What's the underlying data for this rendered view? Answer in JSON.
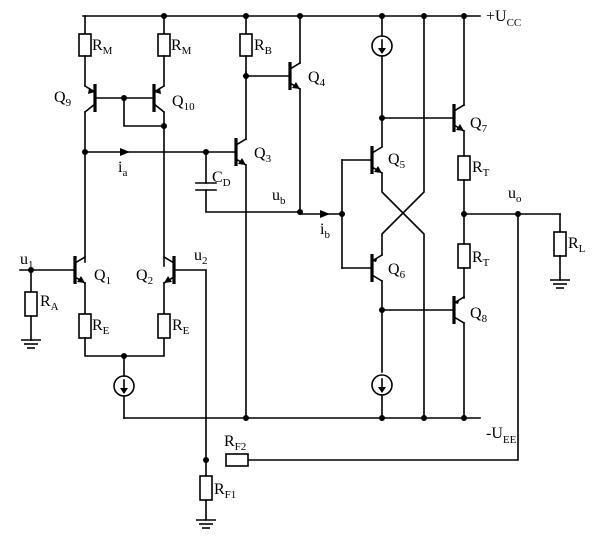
{
  "labels": {
    "ucc": {
      "main": "+U",
      "sub": "CC"
    },
    "uee": {
      "main": "-U",
      "sub": "EE"
    },
    "u1": {
      "main": "u",
      "sub": "1"
    },
    "u2": {
      "main": "u",
      "sub": "2"
    },
    "ub": {
      "main": "u",
      "sub": "b"
    },
    "uo": {
      "main": "u",
      "sub": "o"
    },
    "ia": {
      "main": "i",
      "sub": "a"
    },
    "ib": {
      "main": "i",
      "sub": "b"
    },
    "cd": {
      "main": "C",
      "sub": "D"
    },
    "rm1": {
      "main": "R",
      "sub": "M"
    },
    "rm2": {
      "main": "R",
      "sub": "M"
    },
    "rb": {
      "main": "R",
      "sub": "B"
    },
    "ra": {
      "main": "R",
      "sub": "A"
    },
    "re1": {
      "main": "R",
      "sub": "E"
    },
    "re2": {
      "main": "R",
      "sub": "E"
    },
    "rt1": {
      "main": "R",
      "sub": "T"
    },
    "rt2": {
      "main": "R",
      "sub": "T"
    },
    "rl": {
      "main": "R",
      "sub": "L"
    },
    "rf2": {
      "main": "R",
      "sub": "F2"
    },
    "rf1": {
      "main": "R",
      "sub": "F1"
    },
    "q1": {
      "main": "Q",
      "sub": "1"
    },
    "q2": {
      "main": "Q",
      "sub": "2"
    },
    "q3": {
      "main": "Q",
      "sub": "3"
    },
    "q4": {
      "main": "Q",
      "sub": "4"
    },
    "q5": {
      "main": "Q",
      "sub": "5"
    },
    "q6": {
      "main": "Q",
      "sub": "6"
    },
    "q7": {
      "main": "Q",
      "sub": "7"
    },
    "q8": {
      "main": "Q",
      "sub": "8"
    },
    "q9": {
      "main": "Q",
      "sub": "9"
    },
    "q10": {
      "main": "Q",
      "sub": "10"
    }
  }
}
